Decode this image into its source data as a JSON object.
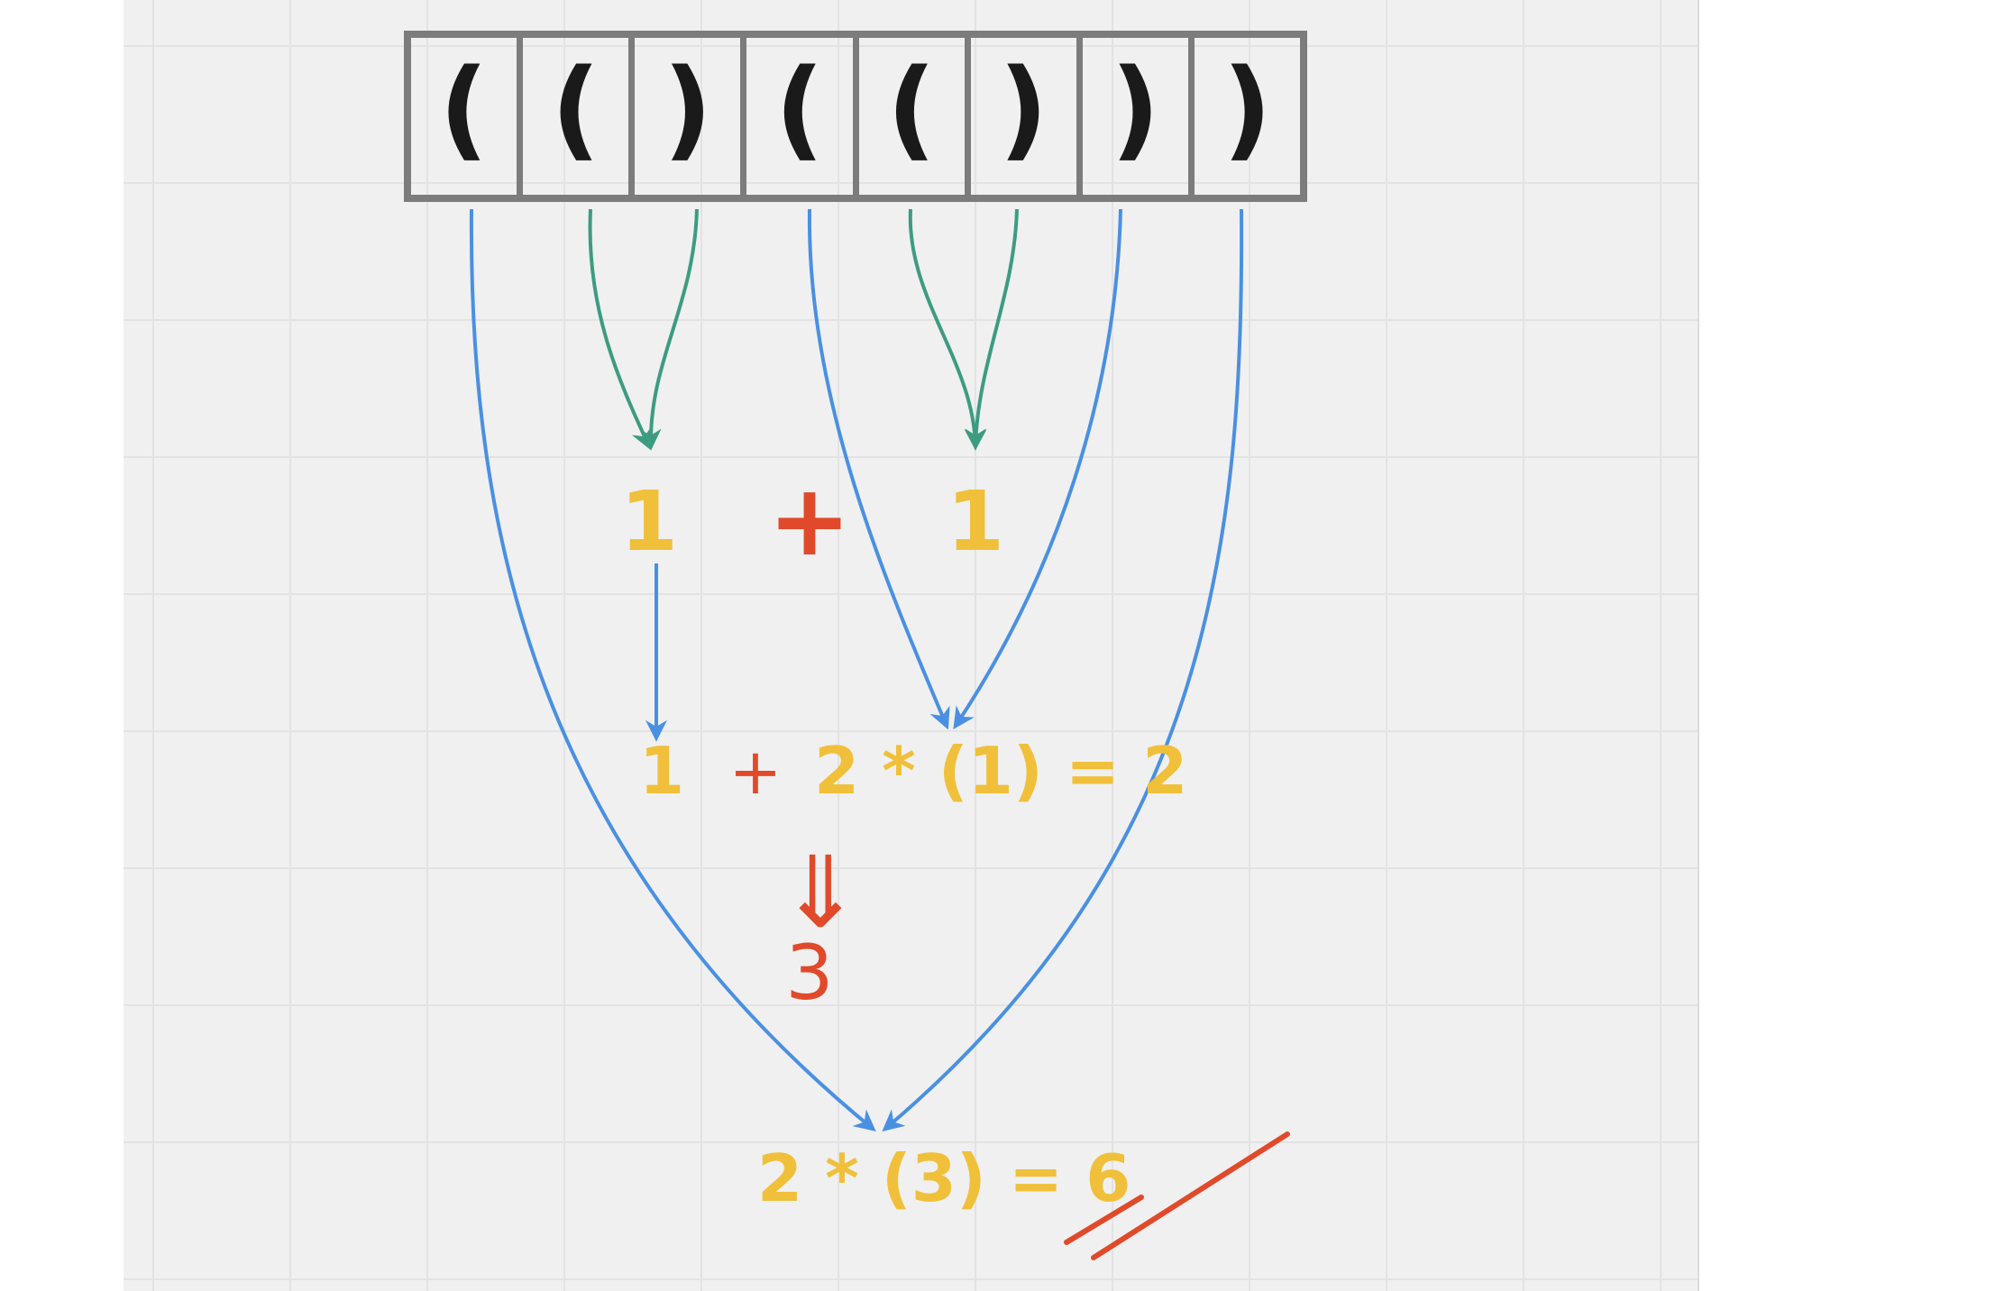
{
  "brackets": [
    "(",
    "(",
    ")",
    "(",
    "(",
    ")",
    ")",
    ")"
  ],
  "inner_left_value": "1",
  "inner_plus": "+",
  "inner_right_value": "1",
  "middle_left_value": "1",
  "middle_plus": "+",
  "middle_expression": "2 * (1) = 2",
  "implies_symbol": "⇓",
  "middle_result": "3",
  "final_expression": "2 * (3) = 6",
  "colors": {
    "canvas_background": "#f0f0f0",
    "box_border": "#7c7c7c",
    "bracket_text": "#1a1a1a",
    "blue_arrow": "#4a90e2",
    "green_arrow": "#3d9c80",
    "value_text": "#f0c03a",
    "red_annotation": "#e04a2a"
  }
}
